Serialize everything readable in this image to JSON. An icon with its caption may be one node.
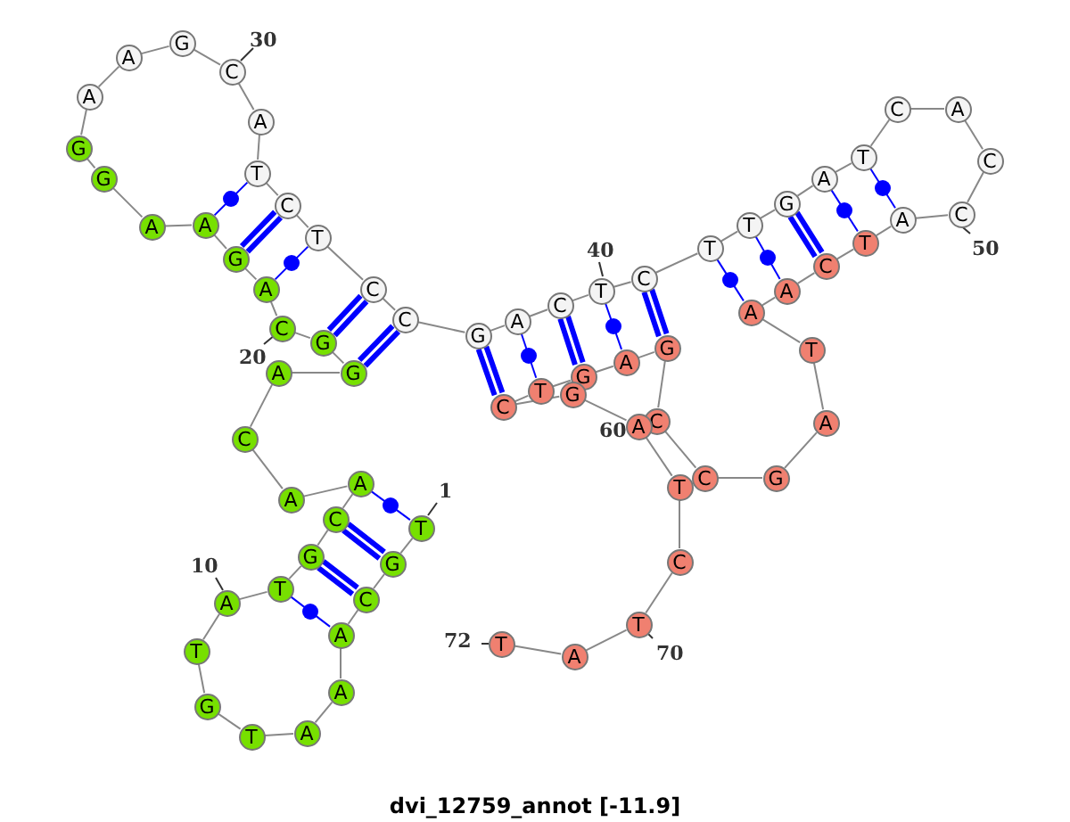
{
  "diagram": {
    "caption": "dvi_12759_annot [-11.9]",
    "nodes": [
      {
        "text": [
          "T"
        ],
        "beside": [
          "1"
        ]
      },
      {
        "text": [
          "G"
        ]
      },
      {
        "text": [
          "C"
        ]
      },
      {
        "text": [
          "A"
        ]
      },
      {
        "text": [
          "A"
        ]
      },
      {
        "text": [
          "A"
        ]
      },
      {
        "text": [
          "T"
        ]
      },
      {
        "text": [
          "G"
        ]
      },
      {
        "text": [
          "T"
        ]
      },
      {
        "text": [
          "A"
        ],
        "beside": [
          "10"
        ]
      },
      {
        "text": [
          "T"
        ]
      },
      {
        "text": [
          "G"
        ]
      },
      {
        "text": [
          "C"
        ]
      },
      {
        "text": [
          "A"
        ]
      },
      {
        "text": [
          "A"
        ]
      },
      {
        "text": [
          "C"
        ]
      },
      {
        "text": [
          "A"
        ]
      },
      {
        "text": [
          "G"
        ]
      },
      {
        "text": [
          "G"
        ]
      },
      {
        "text": [
          "C"
        ],
        "beside": [
          "20"
        ]
      },
      {
        "text": [
          "A"
        ]
      },
      {
        "text": [
          "G"
        ]
      },
      {
        "text": [
          "A"
        ]
      },
      {
        "text": [
          "A"
        ]
      },
      {
        "text": [
          "G"
        ]
      },
      {
        "text": [
          "G"
        ]
      },
      {
        "text": [
          "A"
        ]
      },
      {
        "text": [
          "A"
        ]
      },
      {
        "text": [
          "G"
        ]
      },
      {
        "text": [
          "C"
        ],
        "beside": [
          "30"
        ]
      },
      {
        "text": [
          "A"
        ]
      },
      {
        "text": [
          "T"
        ]
      },
      {
        "text": [
          "C"
        ]
      },
      {
        "text": [
          "T"
        ]
      },
      {
        "text": [
          "C"
        ]
      },
      {
        "text": [
          "C"
        ]
      },
      {
        "text": [
          "G"
        ]
      },
      {
        "text": [
          "A"
        ]
      },
      {
        "text": [
          "C"
        ]
      },
      {
        "text": [
          "T"
        ],
        "beside": [
          "40"
        ]
      },
      {
        "text": [
          "C"
        ]
      },
      {
        "text": [
          "T"
        ]
      },
      {
        "text": [
          "T"
        ]
      },
      {
        "text": [
          "G"
        ]
      },
      {
        "text": [
          "A"
        ]
      },
      {
        "text": [
          "T"
        ]
      },
      {
        "text": [
          "C"
        ]
      },
      {
        "text": [
          "A"
        ]
      },
      {
        "text": [
          "C"
        ]
      },
      {
        "text": [
          "C"
        ],
        "beside": [
          "50"
        ]
      },
      {
        "text": [
          "A"
        ]
      },
      {
        "text": [
          "T"
        ]
      },
      {
        "text": [
          "C"
        ]
      },
      {
        "text": [
          "A"
        ]
      },
      {
        "text": [
          "A"
        ]
      },
      {
        "text": [
          "T"
        ]
      },
      {
        "text": [
          "A"
        ]
      },
      {
        "text": [
          "G"
        ]
      },
      {
        "text": [
          "C"
        ]
      },
      {
        "text": [
          "C"
        ]
      },
      {
        "text": [
          "G"
        ]
      },
      {
        "text": [
          "A"
        ]
      },
      {
        "text": [
          "G"
        ]
      },
      {
        "text": [
          "T"
        ]
      },
      {
        "text": [
          "C"
        ]
      },
      {
        "text": [
          "G"
        ]
      },
      {
        "text": [
          "A"
        ]
      },
      {
        "text": [
          "T"
        ]
      },
      {
        "text": [
          "C"
        ]
      },
      {
        "text": [
          "T"
        ],
        "beside": [
          "70"
        ]
      },
      {
        "text": [
          "A"
        ]
      },
      {
        "text": [
          "T"
        ],
        "beside": [
          "72"
        ]
      }
    ],
    "edges": [
      {
        "from": 0,
        "to": 1,
        "arrow": "none"
      },
      {
        "from": 1,
        "to": 2,
        "arrow": "none"
      },
      {
        "from": 2,
        "to": 3,
        "arrow": "none"
      },
      {
        "from": 3,
        "to": 4,
        "arrow": "none"
      },
      {
        "from": 4,
        "to": 5,
        "arrow": "none"
      },
      {
        "from": 5,
        "to": 6,
        "arrow": "none"
      },
      {
        "from": 6,
        "to": 7,
        "arrow": "none"
      },
      {
        "from": 7,
        "to": 8,
        "arrow": "none"
      },
      {
        "from": 8,
        "to": 9,
        "arrow": "none"
      },
      {
        "from": 9,
        "to": 10,
        "arrow": "none"
      },
      {
        "from": 10,
        "to": 11,
        "arrow": "none"
      },
      {
        "from": 11,
        "to": 12,
        "arrow": "none"
      },
      {
        "from": 12,
        "to": 13,
        "arrow": "none"
      },
      {
        "from": 13,
        "to": 14,
        "arrow": "none"
      },
      {
        "from": 14,
        "to": 15,
        "arrow": "none"
      },
      {
        "from": 15,
        "to": 16,
        "arrow": "none"
      },
      {
        "from": 16,
        "to": 17,
        "arrow": "none"
      },
      {
        "from": 17,
        "to": 18,
        "arrow": "none"
      },
      {
        "from": 18,
        "to": 19,
        "arrow": "none"
      },
      {
        "from": 19,
        "to": 20,
        "arrow": "none"
      },
      {
        "from": 20,
        "to": 21,
        "arrow": "none"
      },
      {
        "from": 21,
        "to": 22,
        "arrow": "none"
      },
      {
        "from": 22,
        "to": 23,
        "arrow": "none"
      },
      {
        "from": 23,
        "to": 24,
        "arrow": "none"
      },
      {
        "from": 24,
        "to": 25,
        "arrow": "none"
      },
      {
        "from": 25,
        "to": 26,
        "arrow": "none"
      },
      {
        "from": 26,
        "to": 27,
        "arrow": "none"
      },
      {
        "from": 27,
        "to": 28,
        "arrow": "none"
      },
      {
        "from": 28,
        "to": 29,
        "arrow": "none"
      },
      {
        "from": 29,
        "to": 30,
        "arrow": "none"
      },
      {
        "from": 30,
        "to": 31,
        "arrow": "none"
      },
      {
        "from": 31,
        "to": 32,
        "arrow": "none"
      },
      {
        "from": 32,
        "to": 33,
        "arrow": "none"
      },
      {
        "from": 33,
        "to": 34,
        "arrow": "none"
      },
      {
        "from": 34,
        "to": 35,
        "arrow": "none"
      },
      {
        "from": 35,
        "to": 36,
        "arrow": "none"
      },
      {
        "from": 36,
        "to": 37,
        "arrow": "none"
      },
      {
        "from": 37,
        "to": 38,
        "arrow": "none"
      },
      {
        "from": 38,
        "to": 39,
        "arrow": "none"
      },
      {
        "from": 39,
        "to": 40,
        "arrow": "none"
      },
      {
        "from": 40,
        "to": 41,
        "arrow": "none"
      },
      {
        "from": 41,
        "to": 42,
        "arrow": "none"
      },
      {
        "from": 42,
        "to": 43,
        "arrow": "none"
      },
      {
        "from": 43,
        "to": 44,
        "arrow": "none"
      },
      {
        "from": 44,
        "to": 45,
        "arrow": "none"
      },
      {
        "from": 45,
        "to": 46,
        "arrow": "none"
      },
      {
        "from": 46,
        "to": 47,
        "arrow": "none"
      },
      {
        "from": 47,
        "to": 48,
        "arrow": "none"
      },
      {
        "from": 48,
        "to": 49,
        "arrow": "none"
      },
      {
        "from": 49,
        "to": 50,
        "arrow": "none"
      },
      {
        "from": 50,
        "to": 51,
        "arrow": "none"
      },
      {
        "from": 51,
        "to": 52,
        "arrow": "none"
      },
      {
        "from": 52,
        "to": 53,
        "arrow": "none"
      },
      {
        "from": 53,
        "to": 54,
        "arrow": "none"
      },
      {
        "from": 54,
        "to": 55,
        "arrow": "none"
      },
      {
        "from": 55,
        "to": 56,
        "arrow": "none"
      },
      {
        "from": 56,
        "to": 57,
        "arrow": "none"
      },
      {
        "from": 57,
        "to": 58,
        "arrow": "none"
      },
      {
        "from": 58,
        "to": 59,
        "arrow": "none"
      },
      {
        "from": 59,
        "to": 60,
        "arrow": "none"
      },
      {
        "from": 60,
        "to": 61,
        "arrow": "none"
      },
      {
        "from": 61,
        "to": 62,
        "arrow": "none"
      },
      {
        "from": 62,
        "to": 63,
        "arrow": "none"
      },
      {
        "from": 63,
        "to": 64,
        "arrow": "none"
      },
      {
        "from": 64,
        "to": 65,
        "arrow": "none"
      },
      {
        "from": 65,
        "to": 66,
        "arrow": "none"
      },
      {
        "from": 66,
        "to": 67,
        "arrow": "none"
      },
      {
        "from": 67,
        "to": 68,
        "arrow": "none"
      },
      {
        "from": 68,
        "to": 69,
        "arrow": "none"
      },
      {
        "from": 69,
        "to": 70,
        "arrow": "none"
      },
      {
        "from": 70,
        "to": 71,
        "arrow": "none"
      },
      {
        "from": 0,
        "to": 13,
        "arrow": "none",
        "color": "#0000ff"
      },
      {
        "from": 1,
        "to": 12,
        "arrow": "none",
        "style": "thick",
        "color": "#0000ff"
      },
      {
        "from": 2,
        "to": 11,
        "arrow": "none",
        "style": "thick",
        "color": "#0000ff"
      },
      {
        "from": 3,
        "to": 10,
        "arrow": "none",
        "color": "#0000ff"
      },
      {
        "from": 17,
        "to": 35,
        "arrow": "none",
        "style": "thick",
        "color": "#0000ff"
      },
      {
        "from": 18,
        "to": 34,
        "arrow": "none",
        "style": "thick",
        "color": "#0000ff"
      },
      {
        "from": 20,
        "to": 33,
        "arrow": "none",
        "color": "#0000ff"
      },
      {
        "from": 21,
        "to": 32,
        "arrow": "none",
        "style": "thick",
        "color": "#0000ff"
      },
      {
        "from": 22,
        "to": 31,
        "arrow": "none",
        "color": "#0000ff"
      },
      {
        "from": 36,
        "to": 64,
        "arrow": "none",
        "style": "thick",
        "color": "#0000ff"
      },
      {
        "from": 37,
        "to": 63,
        "arrow": "none",
        "color": "#0000ff"
      },
      {
        "from": 38,
        "to": 62,
        "arrow": "none",
        "style": "thick",
        "color": "#0000ff"
      },
      {
        "from": 39,
        "to": 61,
        "arrow": "none",
        "color": "#0000ff"
      },
      {
        "from": 40,
        "to": 60,
        "arrow": "none",
        "style": "thick",
        "color": "#0000ff"
      },
      {
        "from": 41,
        "to": 54,
        "arrow": "none",
        "color": "#0000ff"
      },
      {
        "from": 42,
        "to": 53,
        "arrow": "none",
        "color": "#0000ff"
      },
      {
        "from": 43,
        "to": 52,
        "arrow": "none",
        "style": "thick",
        "color": "#0000ff"
      },
      {
        "from": 44,
        "to": 51,
        "arrow": "none",
        "color": "#0000ff"
      },
      {
        "from": 45,
        "to": 50,
        "arrow": "none",
        "color": "#0000ff"
      }
    ],
    "labels": [
      "60"
    ]
  }
}
